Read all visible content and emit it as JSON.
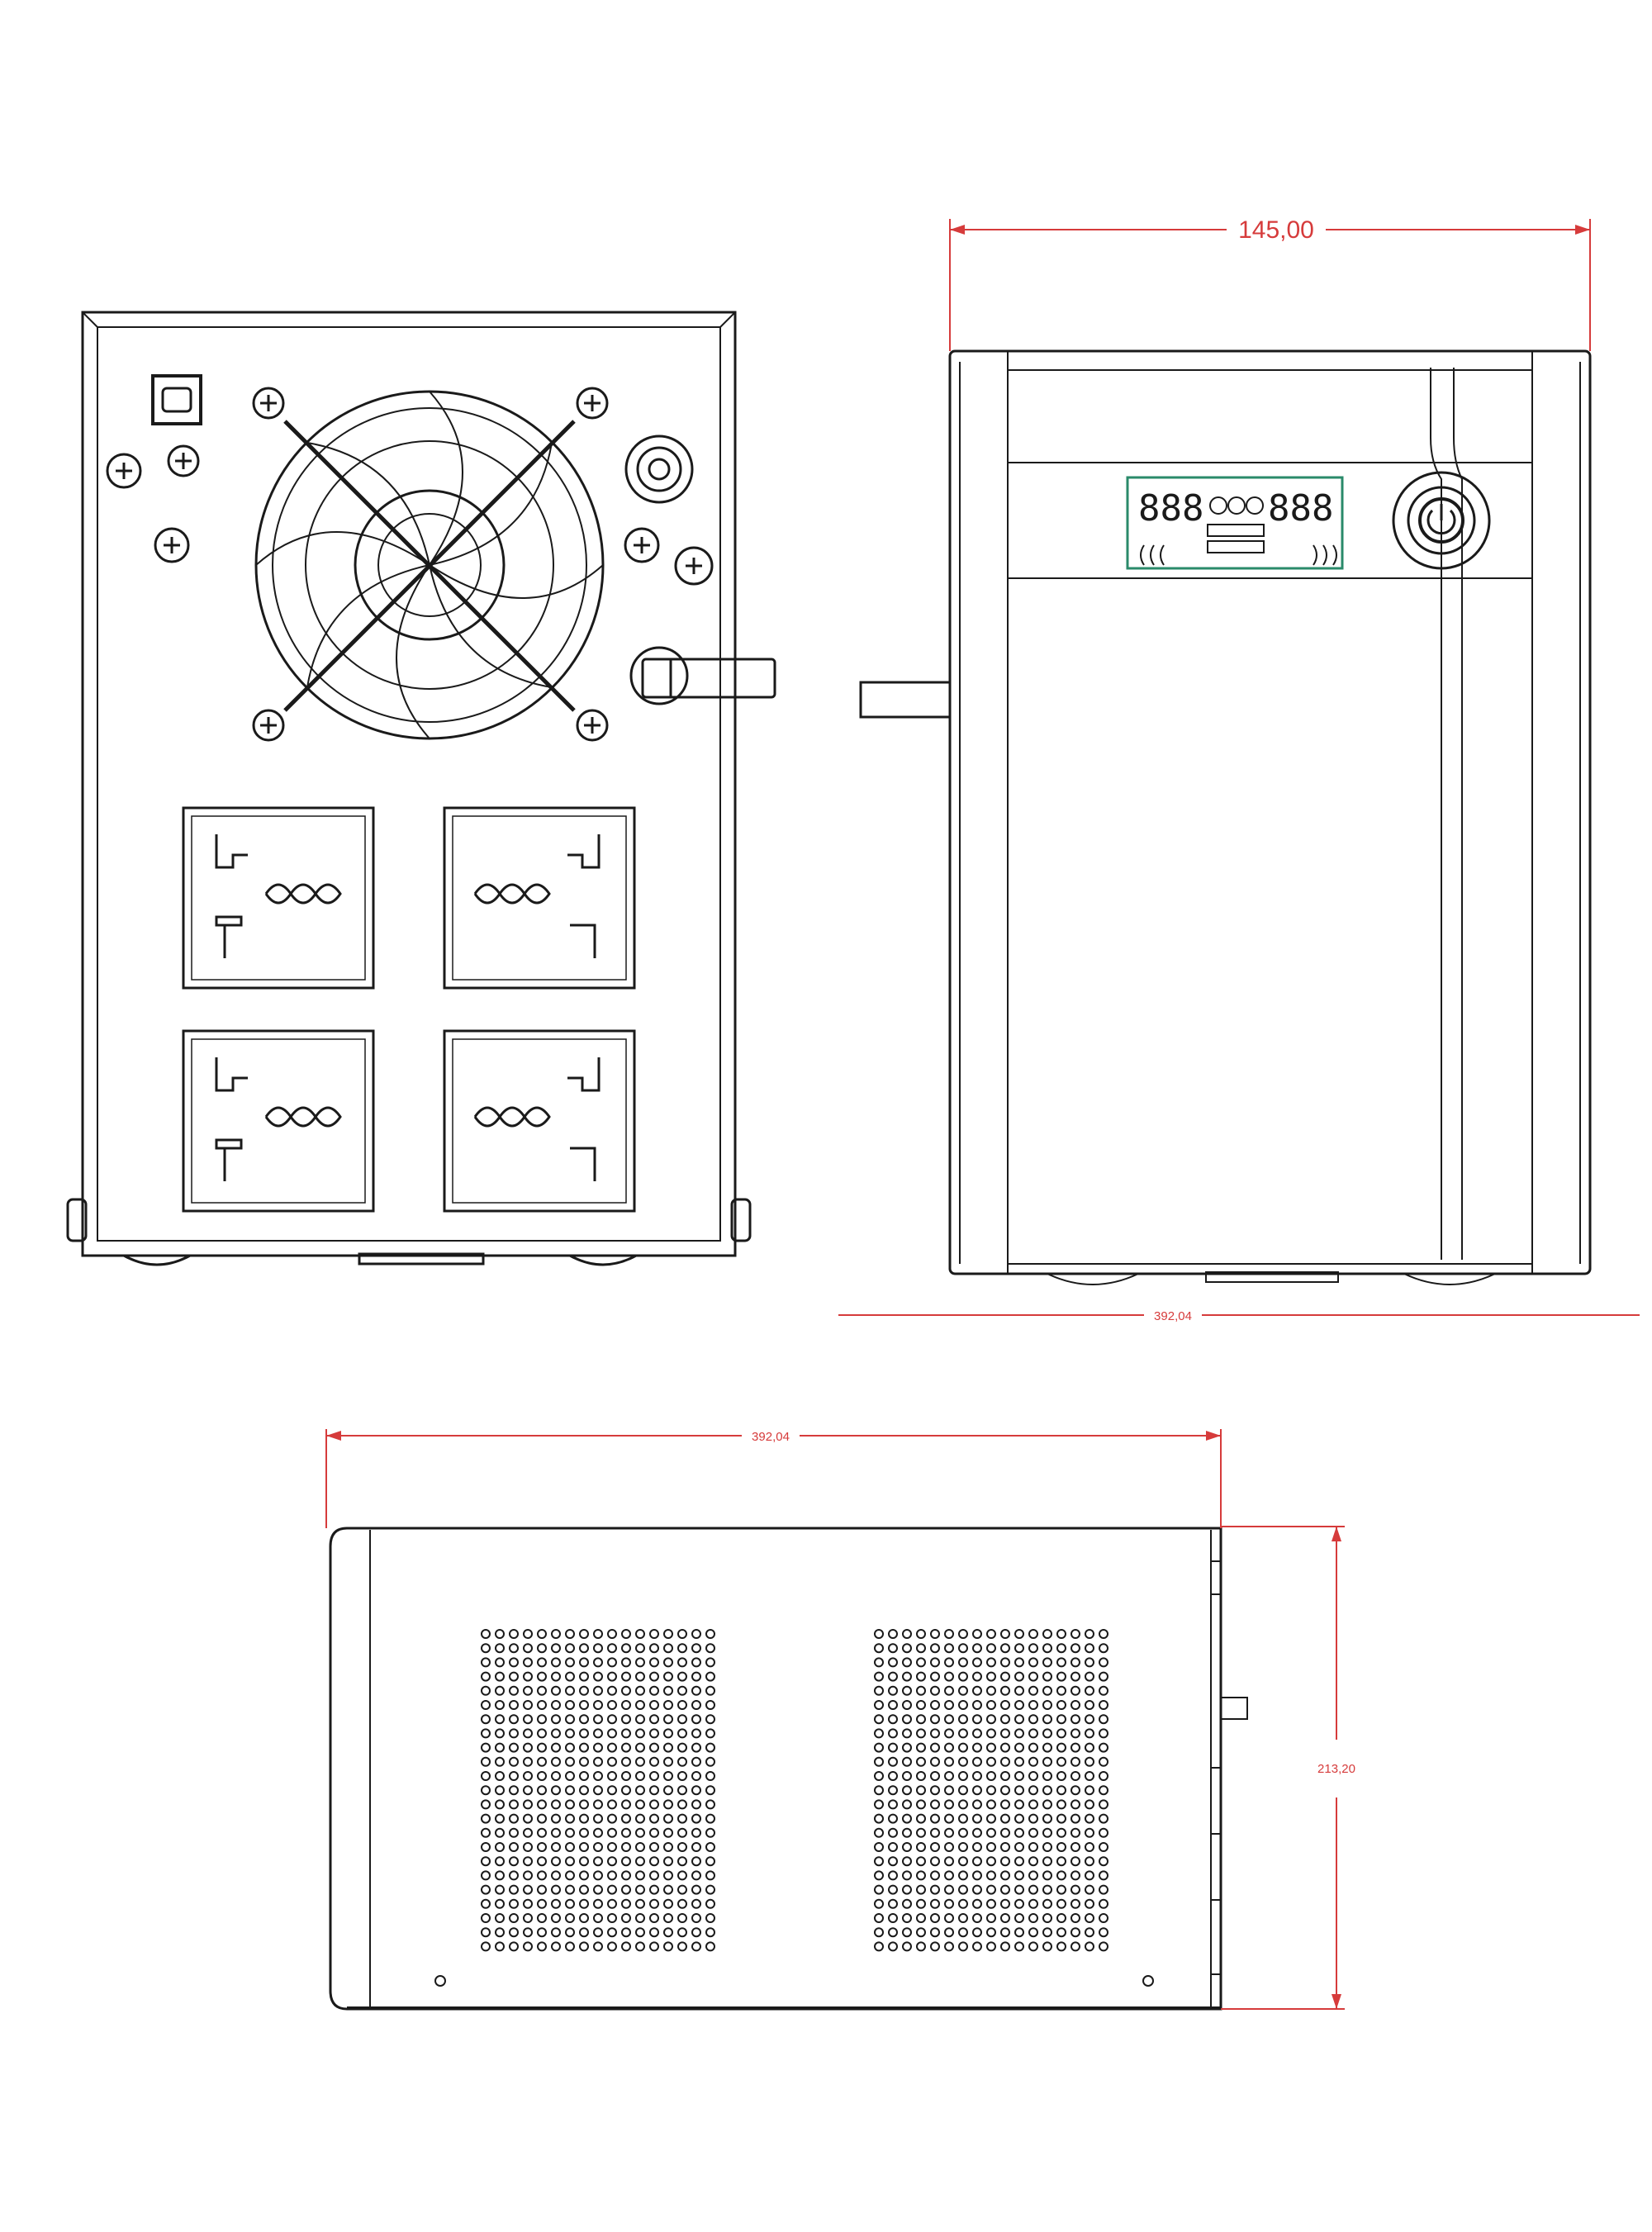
{
  "dimensions": {
    "width_top": "145,00",
    "depth_front": "392,04",
    "depth_side": "392,04",
    "height_side": "213,20"
  },
  "colors": {
    "line": "#1a1a1a",
    "dimension": "#d63b3b",
    "panel_fill": "#ffffff",
    "lcd_frame": "#2a8a6a"
  },
  "icons": {
    "power_button": "power-icon",
    "usb_port": "usb-icon",
    "cooling_fan": "fan-icon",
    "ac_outlet": "universal-socket-icon",
    "ac_inlet": "power-cord-icon"
  }
}
